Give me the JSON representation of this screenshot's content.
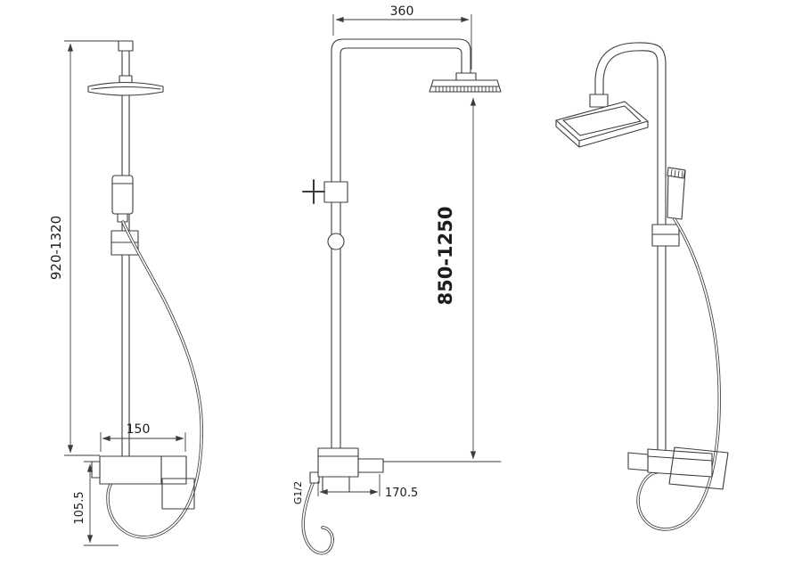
{
  "canvas": {
    "background": "#ffffff",
    "line_color": "#3c3c3c",
    "text_color": "#1c1c1c"
  },
  "drawing": {
    "dimensions": {
      "side_height_range": "920-1320",
      "side_mixer_width": "150",
      "side_bottom_drop": "105.5",
      "front_arm_span": "360",
      "front_height_range": "850-1250",
      "thread_size": "G1/2",
      "spout_reach": "170.5"
    }
  }
}
